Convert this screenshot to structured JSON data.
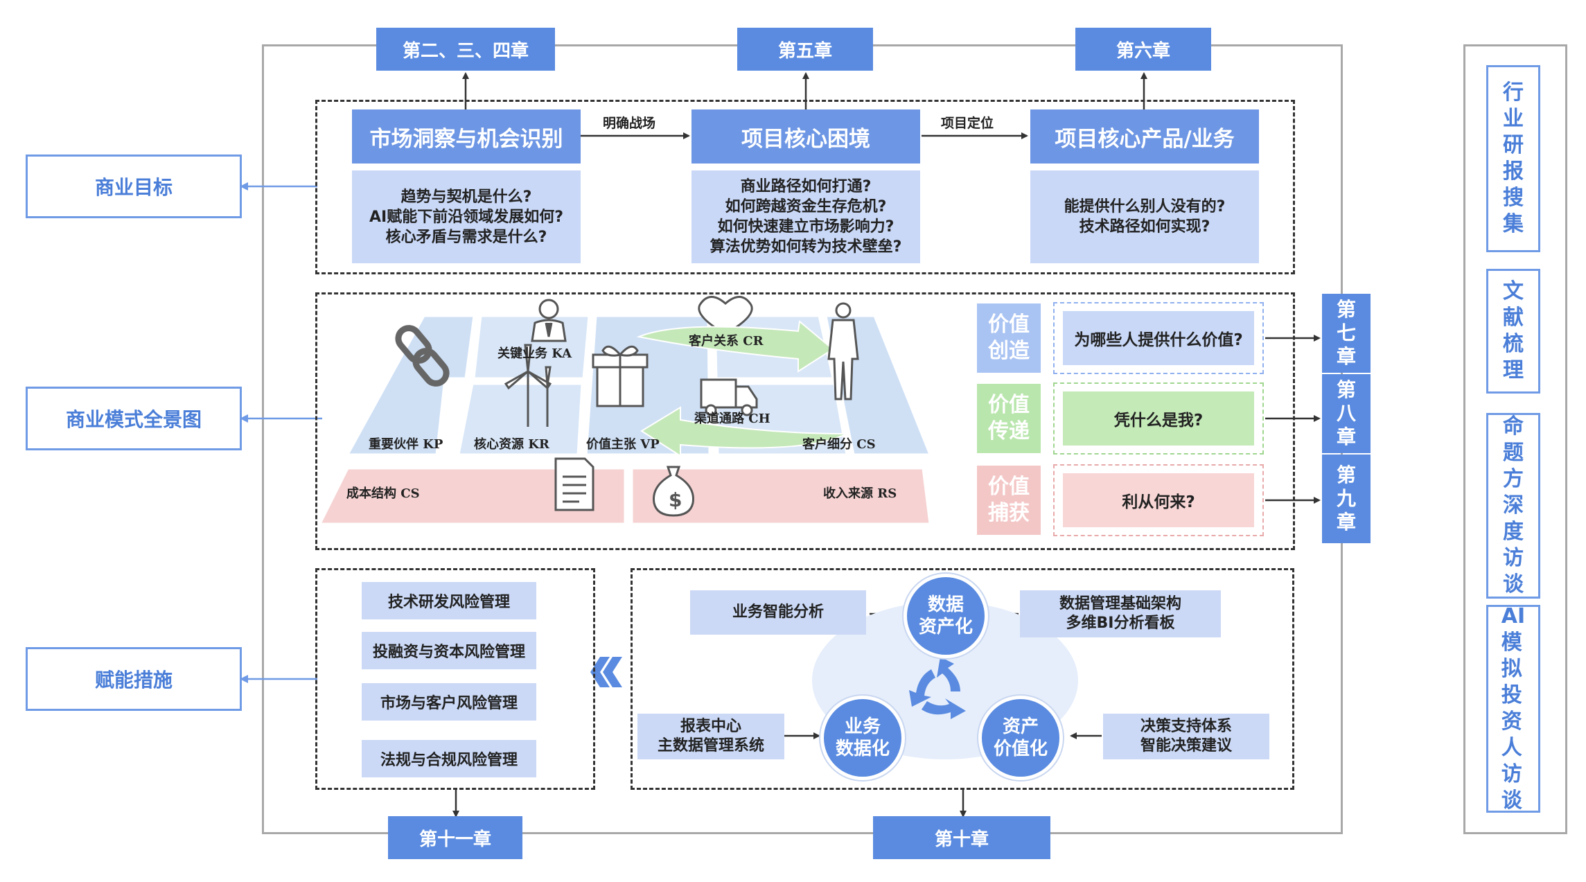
{
  "chapters": {
    "c234": "第二、三、四章",
    "c5": "第五章",
    "c6": "第六章",
    "c7": "第七章",
    "c8": "第八章",
    "c9": "第九章",
    "c10": "第十章",
    "c11": "第十一章"
  },
  "left_labels": {
    "goal": "商业目标",
    "model": "商业模式全景图",
    "enable": "赋能措施"
  },
  "right_methods": [
    "行业研报搜集",
    "文献梳理",
    "命题方深度访谈",
    "AI模拟投资人访谈"
  ],
  "top": {
    "box1_title": "市场洞察与机会识别",
    "box1_lines": [
      "趋势与契机是什么?",
      "AI赋能下前沿领域发展如何?",
      "核心矛盾与需求是什么?"
    ],
    "arrow1": "明确战场",
    "box2_title": "项目核心困境",
    "box2_lines": [
      "商业路径如何打通?",
      "如何跨越资金生存危机?",
      "如何快速建立市场影响力?",
      "算法优势如何转为技术壁垒?"
    ],
    "arrow2": "项目定位",
    "box3_title": "项目核心产品/业务",
    "box3_lines": [
      "能提供什么别人没有的?",
      "技术路径如何实现?"
    ]
  },
  "canvas": {
    "kp": "重要伙伴 KP",
    "ka": "关键业务 KA",
    "kr": "核心资源 KR",
    "vp": "价值主张 VP",
    "cr": "客户关系 CR",
    "ch": "渠道通路 CH",
    "cs_seg": "客户细分 CS",
    "cost": "成本结构 CS",
    "rev": "收入来源 RS"
  },
  "value": [
    {
      "label": "价值创造",
      "text": "为哪些人提供什么价值?",
      "color": "#a9c3f3",
      "inner": "#c9d8f7",
      "border": "#8fb0ee"
    },
    {
      "label": "价值传递",
      "text": "凭什么是我?",
      "color": "#b9e6ad",
      "inner": "#c4eab8",
      "border": "#9fd68f"
    },
    {
      "label": "价值捕获",
      "text": "利从何来?",
      "color": "#f4c7c7",
      "inner": "#f8d6d6",
      "border": "#e8a9a9"
    }
  ],
  "risks": [
    "技术研发风险管理",
    "投融资与资本风险管理",
    "市场与客户风险管理",
    "法规与合规风险管理"
  ],
  "data": {
    "bi": "业务智能分析",
    "infra_lines": [
      "数据管理基础架构",
      "多维BI分析看板"
    ],
    "report_lines": [
      "报表中心",
      "主数据管理系统"
    ],
    "decision_lines": [
      "决策支持体系",
      "智能决策建议"
    ],
    "c_top_lines": [
      "数据",
      "资产化"
    ],
    "c_left_lines": [
      "业务",
      "数据化"
    ],
    "c_right_lines": [
      "资产",
      "价值化"
    ]
  },
  "colors": {
    "accent": "#5a8be0",
    "chapter": "#5a8be0",
    "label_border": "#6f9ae5"
  }
}
